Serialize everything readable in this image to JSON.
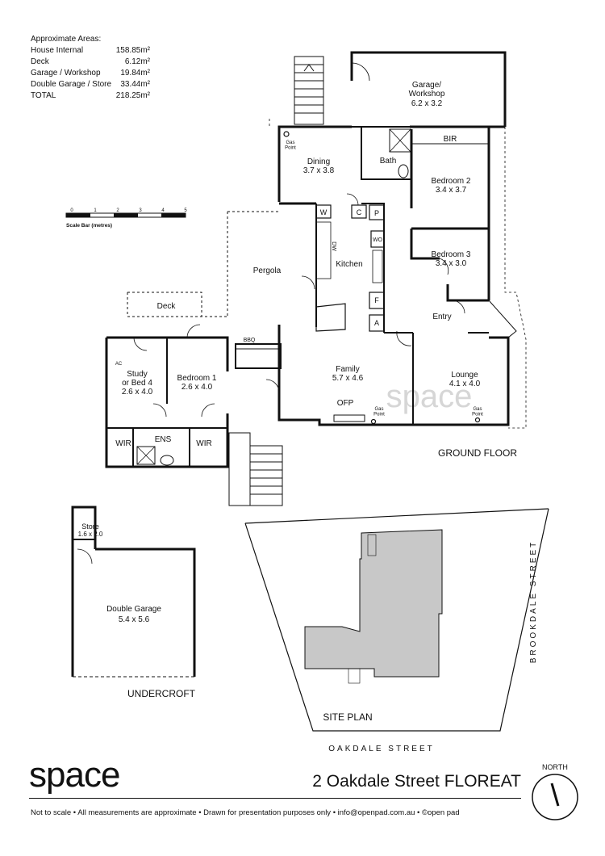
{
  "areas": {
    "heading": "Approximate Areas:",
    "rows": [
      {
        "label": "House Internal",
        "value": "158.85m²"
      },
      {
        "label": "Deck",
        "value": "6.12m²"
      },
      {
        "label": "Garage / Workshop",
        "value": "19.84m²"
      },
      {
        "label": "Double Garage / Store",
        "value": "33.44m²"
      },
      {
        "label": "TOTAL",
        "value": "218.25m²"
      }
    ]
  },
  "scale_bar": {
    "ticks": [
      "0",
      "1",
      "2",
      "3",
      "4",
      "5"
    ],
    "caption": "Scale Bar (metres)"
  },
  "rooms": {
    "garage_workshop": {
      "name": "Garage/\nWorkshop",
      "dims": "6.2 x 3.2"
    },
    "dining": {
      "name": "Dining",
      "dims": "3.7 x 3.8"
    },
    "bath": {
      "name": "Bath"
    },
    "bir": {
      "name": "BIR"
    },
    "bedroom2": {
      "name": "Bedroom 2",
      "dims": "3.4 x 3.7"
    },
    "bedroom3": {
      "name": "Bedroom 3",
      "dims": "3.4 x 3.0"
    },
    "kitchen": {
      "name": "Kitchen"
    },
    "pergola": {
      "name": "Pergola"
    },
    "deck": {
      "name": "Deck"
    },
    "bbq": {
      "name": "BBQ"
    },
    "study": {
      "name": "Study\nor Bed 4",
      "dims": "2.6 x 4.0"
    },
    "bedroom1": {
      "name": "Bedroom 1",
      "dims": "2.6 x 4.0"
    },
    "family": {
      "name": "Family",
      "dims": "5.7 x 4.6"
    },
    "lounge": {
      "name": "Lounge",
      "dims": "4.1 x 4.0"
    },
    "entry": {
      "name": "Entry"
    },
    "ofp": {
      "name": "OFP"
    },
    "ens": {
      "name": "ENS"
    },
    "wir_left": {
      "name": "WIR"
    },
    "wir_right": {
      "name": "WIR"
    },
    "store": {
      "name": "Store",
      "dims": "1.6 x 2.0"
    },
    "double_garage": {
      "name": "Double Garage",
      "dims": "5.4 x 5.6"
    }
  },
  "fixtures": {
    "w": "W",
    "c": "C",
    "p": "P",
    "wo": "WO",
    "f": "F",
    "a": "A",
    "dw": "DW",
    "ac": "AC",
    "gas_point": "Gas\nPoint"
  },
  "floor_labels": {
    "ground": "GROUND FLOOR",
    "undercroft": "UNDERCROFT",
    "site_plan": "SITE PLAN"
  },
  "streets": {
    "oakdale": "OAKDALE STREET",
    "brookdale": "BROOKDALE STREET"
  },
  "watermark": "space",
  "brand": "space",
  "address": "2 Oakdale Street FLOREAT",
  "north": "NORTH",
  "footer": "Not to scale  •  All measurements are approximate  •  Drawn for presentation purposes only  •  info@openpad.com.au  •  ©open pad",
  "colors": {
    "wall": "#111111",
    "building_fill": "#c8c8c8",
    "watermark": "#d6d6d6"
  }
}
